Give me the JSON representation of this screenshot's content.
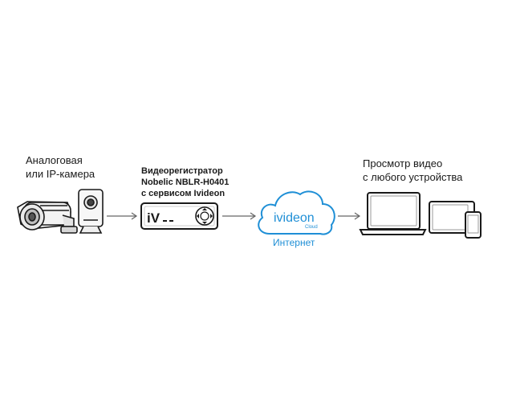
{
  "camera": {
    "line1": "Аналоговая",
    "line2": "или IP-камера"
  },
  "recorder": {
    "line1": "Видеорегистратор",
    "line2": "Nobelic NBLR-H0401",
    "line3": "с сервисом Ivideon",
    "logo": "iV"
  },
  "cloud": {
    "brand": "ivideon",
    "sub": "Cloud",
    "label": "Интернет"
  },
  "viewers": {
    "line1": "Просмотр видео",
    "line2": "с любого устройства"
  },
  "colors": {
    "accent": "#1f8fd6",
    "stroke": "#1a1a1a",
    "arrow": "#666666"
  }
}
